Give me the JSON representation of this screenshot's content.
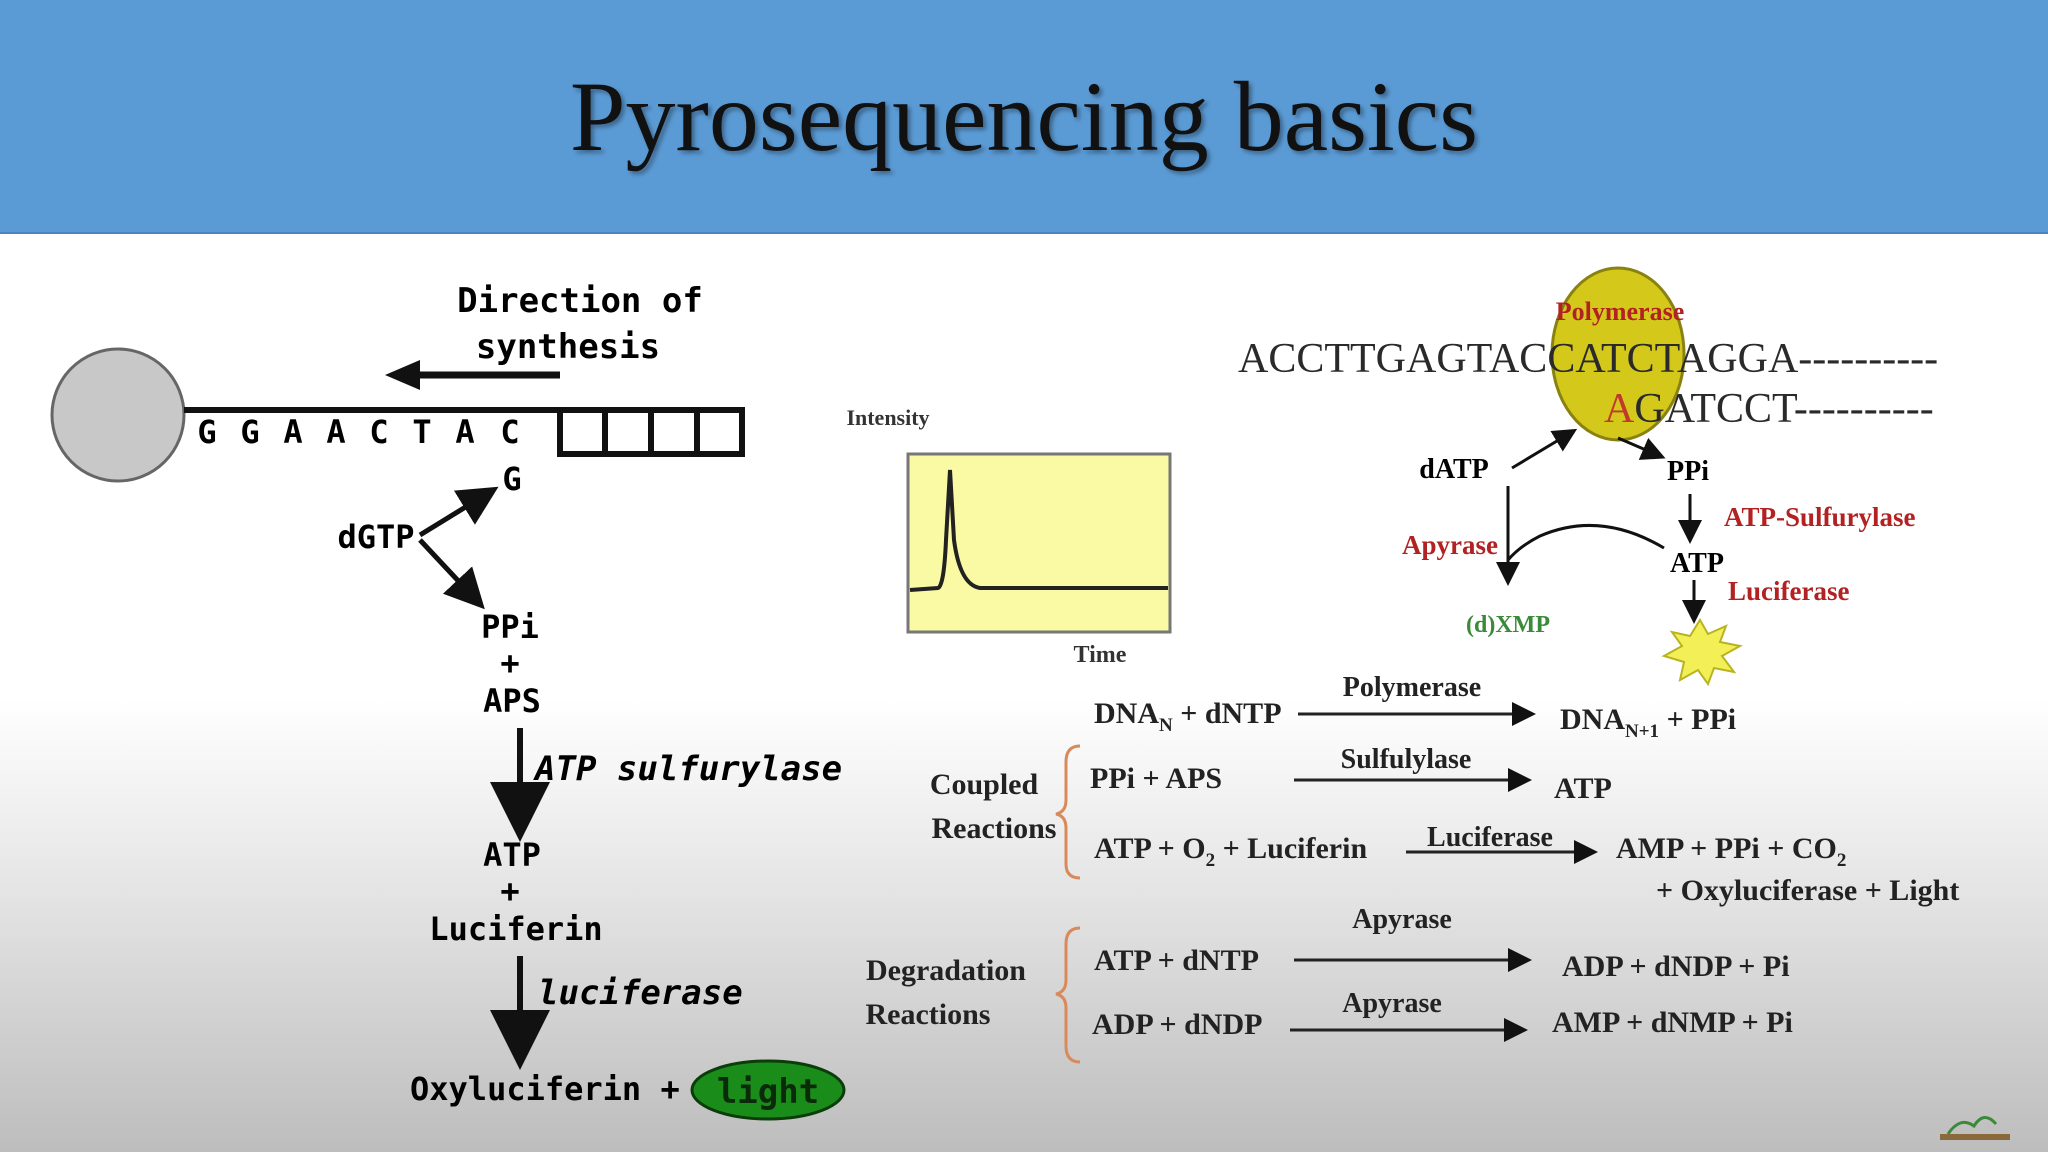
{
  "slide": {
    "title": "Pyrosequencing basics"
  },
  "left_panel": {
    "direction_label_line1": "Direction of",
    "direction_label_line2": "synthesis",
    "template_bases": [
      "G",
      "G",
      "A",
      "A",
      "C",
      "T",
      "A",
      "C"
    ],
    "incoming_base": "G",
    "dgtp": "dGTP",
    "ppi": "PPi",
    "plus1": "+",
    "aps": "APS",
    "enzyme1": "ATP sulfurylase",
    "atp": "ATP",
    "plus2": "+",
    "luciferin": "Luciferin",
    "enzyme2": "luciferase",
    "oxyluciferin": "Oxyluciferin +",
    "light": "light"
  },
  "pyrogram": {
    "y_label": "Intensity",
    "x_label": "Time",
    "bg_color": "#fafaa4"
  },
  "right_panel": {
    "seq_top_prefix": "ACCTTGAGTAC",
    "seq_top_mid": "CATCT",
    "seq_top_suffix": "AGGA----------",
    "seq_bottom_prefix": "A",
    "seq_bottom_mid": "G",
    "seq_bottom_suffix": "ATCCT----------",
    "polymerase": "Polymerase",
    "datp": "dATP",
    "ppi": "PPi",
    "atp_sulfurylase": "ATP-Sulfurylase",
    "apyrase": "Apyrase",
    "atp": "ATP",
    "luciferase": "Luciferase",
    "dxmp": "(d)XMP"
  },
  "reactions": {
    "r1_left": "DNA",
    "r1_left_sub": "N",
    "r1_left_tail": " + dNTP",
    "r1_enzyme": "Polymerase",
    "r1_right": "DNA",
    "r1_right_sub": "N+1",
    "r1_right_tail": " + PPi",
    "coupled_line1": "Coupled",
    "coupled_line2": "Reactions",
    "r2_left": "PPi + APS",
    "r2_enzyme": "Sulfulylase",
    "r2_right": "ATP",
    "r3_left_a": "ATP + O",
    "r3_left_sub": "2",
    "r3_left_b": " + Luciferin",
    "r3_enzyme": "Luciferase",
    "r3_right_a": "AMP + PPi + CO",
    "r3_right_sub": "2",
    "r3_right_line2": "+ Oxyluciferase + Light",
    "degradation_line1": "Degradation",
    "degradation_line2": "Reactions",
    "r4_left": "ATP + dNTP",
    "r4_enzyme": "Apyrase",
    "r4_right": "ADP + dNDP + Pi",
    "r5_left": "ADP + dNDP",
    "r5_enzyme": "Apyrase",
    "r5_right": "AMP + dNMP + Pi"
  },
  "colors": {
    "title_bar": "#5b9bd5",
    "enzyme_red": "#b22222",
    "polymerase_yellow": "#d4c81a",
    "light_green": "#1a8c1a",
    "dxmp_green": "#3a8a3a"
  }
}
